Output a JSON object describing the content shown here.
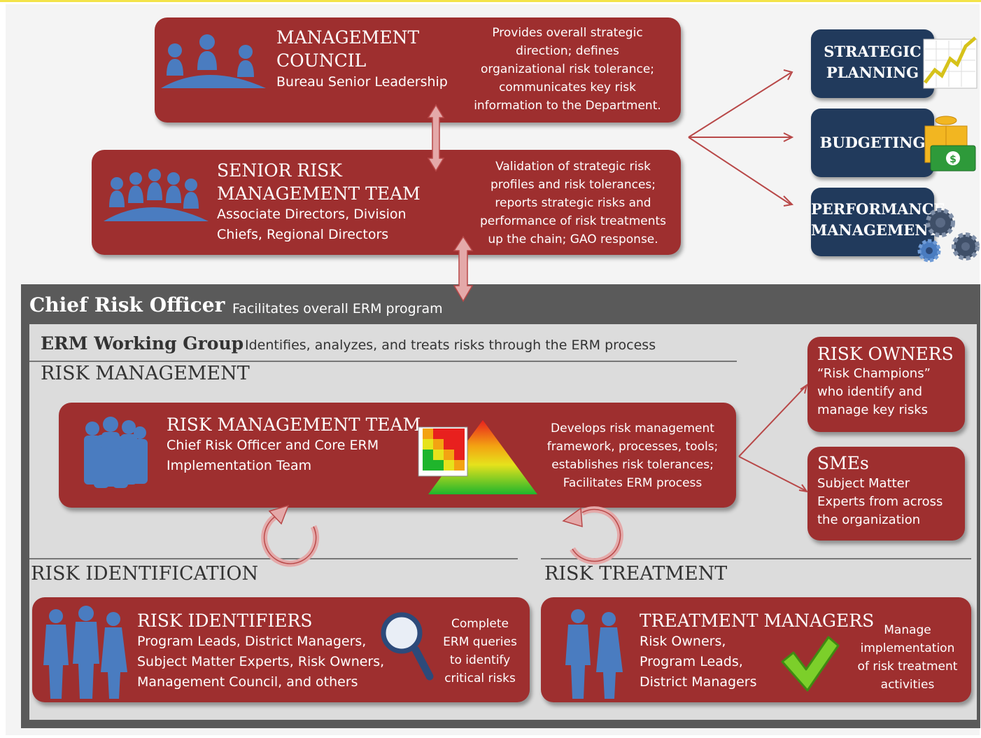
{
  "management_council": {
    "title_line1": "MANAGEMENT",
    "title_line2": "COUNCIL",
    "subtitle": "Bureau Senior Leadership",
    "description": [
      "Provides overall strategic",
      "direction; defines",
      "organizational risk tolerance;",
      "communicates key risk",
      "information to the Department."
    ]
  },
  "senior_risk_team": {
    "title_line1": "SENIOR RISK",
    "title_line2": "MANAGEMENT TEAM",
    "subtitle": [
      "Associate Directors, Division",
      "Chiefs, Regional Directors"
    ],
    "description": [
      "Validation of strategic risk",
      "profiles and risk tolerances;",
      "reports strategic risks and",
      "performance of risk treatments",
      "up the chain; GAO response."
    ]
  },
  "outputs": {
    "strategic_planning": [
      "STRATEGIC",
      "PLANNING"
    ],
    "budgeting": "BUDGETING",
    "performance_management": [
      "PERFORMANCE",
      "MANAGEMENT"
    ]
  },
  "chief_risk_officer": {
    "title": "Chief Risk Officer",
    "description": "Facilitates overall ERM program"
  },
  "erm_working_group": {
    "title": "ERM Working Group",
    "description": "Identifies, analyzes, and treats risks through the ERM process"
  },
  "sections": {
    "risk_management": "RISK MANAGEMENT",
    "risk_identification": "RISK IDENTIFICATION",
    "risk_treatment": "RISK TREATMENT"
  },
  "risk_management_team": {
    "title": "RISK MANAGEMENT TEAM",
    "subtitle": [
      "Chief Risk Officer and Core ERM",
      "Implementation Team"
    ],
    "description": [
      "Develops risk management",
      "framework, processes, tools;",
      "establishes risk tolerances;",
      "Facilitates ERM process"
    ]
  },
  "risk_owners": {
    "title": "RISK OWNERS",
    "description": [
      "“Risk Champions”",
      "who identify and",
      "manage key risks"
    ]
  },
  "smes": {
    "title": "SMEs",
    "description": [
      "Subject Matter",
      "Experts from across",
      "the organization"
    ]
  },
  "risk_identifiers": {
    "title": "RISK IDENTIFIERS",
    "subtitle": [
      "Program Leads, District Managers,",
      "Subject Matter Experts, Risk Owners,",
      "Management Council, and others"
    ],
    "description": [
      "Complete",
      "ERM queries",
      "to identify",
      "critical risks"
    ]
  },
  "treatment_managers": {
    "title": "TREATMENT MANAGERS",
    "subtitle": [
      "Risk Owners,",
      "Program Leads,",
      "District Managers"
    ],
    "description": [
      "Manage",
      "implementation",
      "of risk treatment",
      "activities"
    ]
  },
  "icons": [
    "people-at-table-icon",
    "group-silhouette-icon",
    "risk-heatmap-icon",
    "pyramid-icon",
    "magnifier-icon",
    "checkmark-icon",
    "chart-icon",
    "money-icon",
    "gears-icon",
    "cycle-arrow-icon"
  ],
  "colors": {
    "box_red": "#9e2f2f",
    "navy": "#213a5c",
    "silhouette_blue": "#4a7cc0",
    "dark_gray": "#5a5a5a",
    "light_gray": "#dcdcdc"
  }
}
